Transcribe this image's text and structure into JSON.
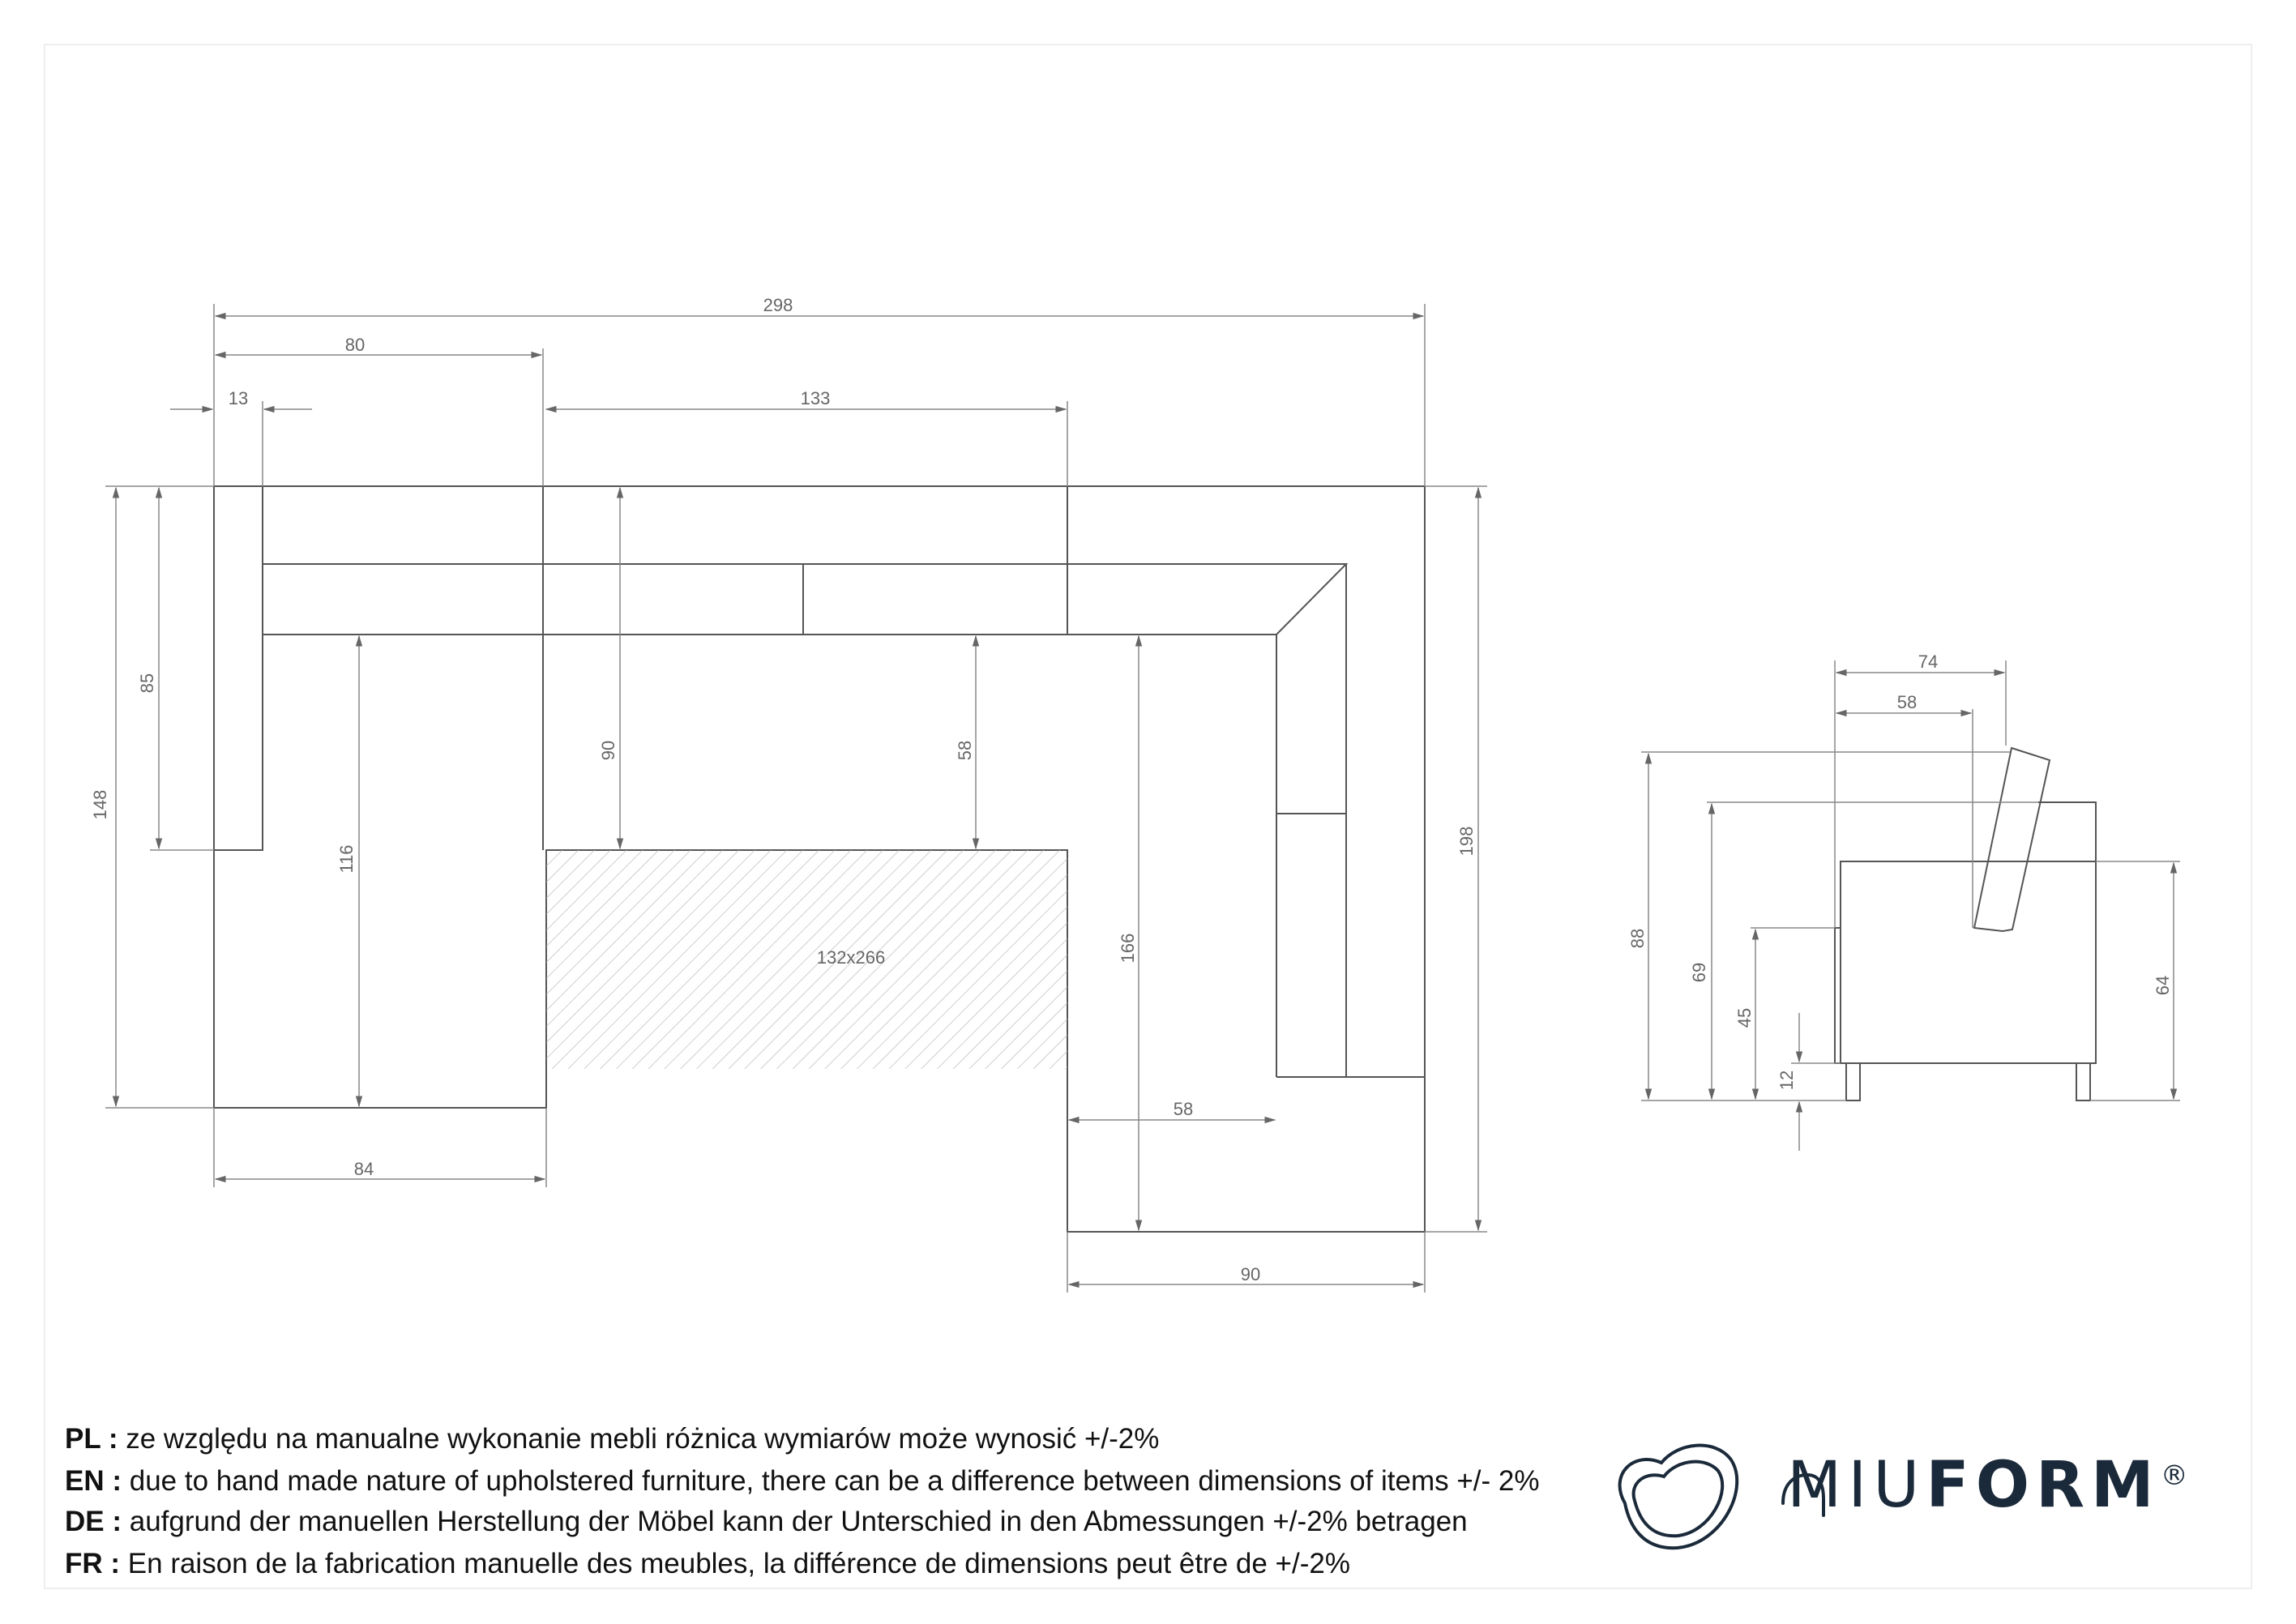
{
  "drawing": {
    "plan": {
      "dims": {
        "total_width": "298",
        "w80": "80",
        "w13": "13",
        "w133": "133",
        "h148": "148",
        "h85": "85",
        "h116": "116",
        "h90": "90",
        "h58": "58",
        "bed_area": "132x266",
        "h166": "166",
        "w58": "58",
        "h198": "198",
        "w84": "84",
        "w90": "90"
      }
    },
    "side": {
      "dims": {
        "w74": "74",
        "w58": "58",
        "h88": "88",
        "h69": "69",
        "h45": "45",
        "h12": "12",
        "h64": "64"
      }
    }
  },
  "notes": [
    {
      "lang": "PL :",
      "text": "ze względu na manualne wykonanie mebli różnica wymiarów może wynosić +/-2%"
    },
    {
      "lang": "EN :",
      "text": "due to hand made nature of upholstered furniture, there can be a difference between dimensions of items +/- 2%"
    },
    {
      "lang": "DE :",
      "text": "aufgrund der manuellen Herstellung der Möbel kann der Unterschied in den Abmessungen +/-2% betragen"
    },
    {
      "lang": "FR :",
      "text": "En raison de la fabrication manuelle des meubles, la différence de dimensions peut être de +/-2%"
    }
  ],
  "brand": {
    "name_thin": "MIU",
    "name_bold": "FORM",
    "mark": "®"
  },
  "colors": {
    "line": "#555555",
    "brand": "#1b2a3a"
  }
}
